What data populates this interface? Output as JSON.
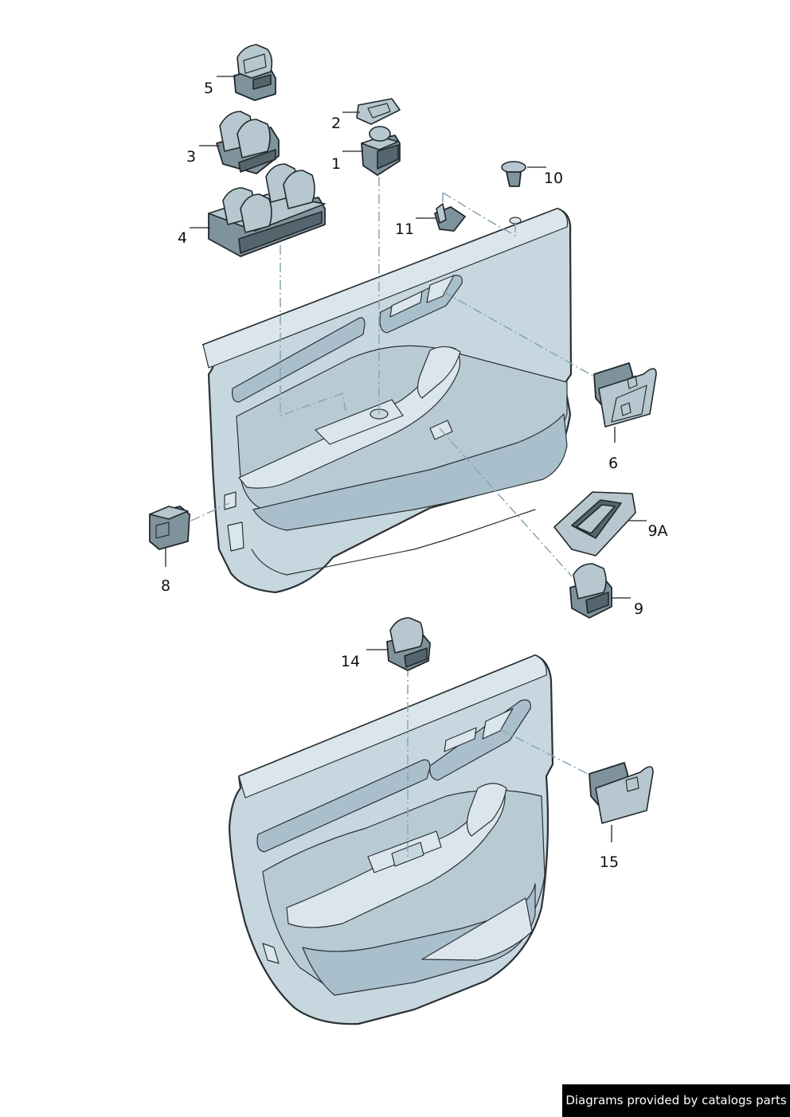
{
  "callouts": [
    {
      "id": "c1",
      "label": "1"
    },
    {
      "id": "c2",
      "label": "2"
    },
    {
      "id": "c3",
      "label": "3"
    },
    {
      "id": "c4",
      "label": "4"
    },
    {
      "id": "c5",
      "label": "5"
    },
    {
      "id": "c6",
      "label": "6"
    },
    {
      "id": "c8",
      "label": "8"
    },
    {
      "id": "c9",
      "label": "9"
    },
    {
      "id": "c9a",
      "label": "9A"
    },
    {
      "id": "c10",
      "label": "10"
    },
    {
      "id": "c11",
      "label": "11"
    },
    {
      "id": "c14",
      "label": "14"
    },
    {
      "id": "c15",
      "label": "15"
    }
  ],
  "credit": {
    "text": "Diagrams provided by catalogs parts"
  },
  "colors": {
    "panel_fill": "#c7d7e0",
    "part_fill": "#7f939d",
    "outline": "#2b3033",
    "dashed_guide": "#8aa4b4",
    "credit_bg": "#000000"
  }
}
